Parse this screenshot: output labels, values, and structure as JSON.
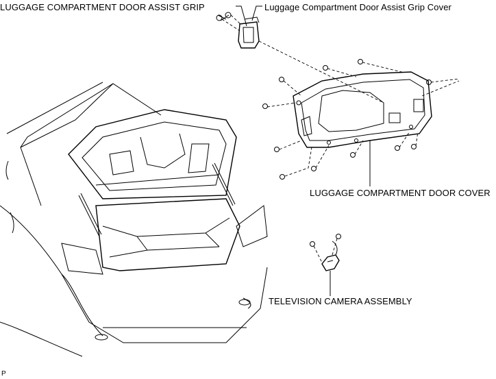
{
  "labels": {
    "assist_grip": "LUGGAGE COMPARTMENT DOOR ASSIST GRIP",
    "assist_grip_cover": "Luggage Compartment Door Assist Grip Cover",
    "door_cover": "LUGGAGE COMPARTMENT DOOR COVER",
    "camera": "TELEVISION CAMERA ASSEMBLY"
  },
  "figure_code": "P"
}
